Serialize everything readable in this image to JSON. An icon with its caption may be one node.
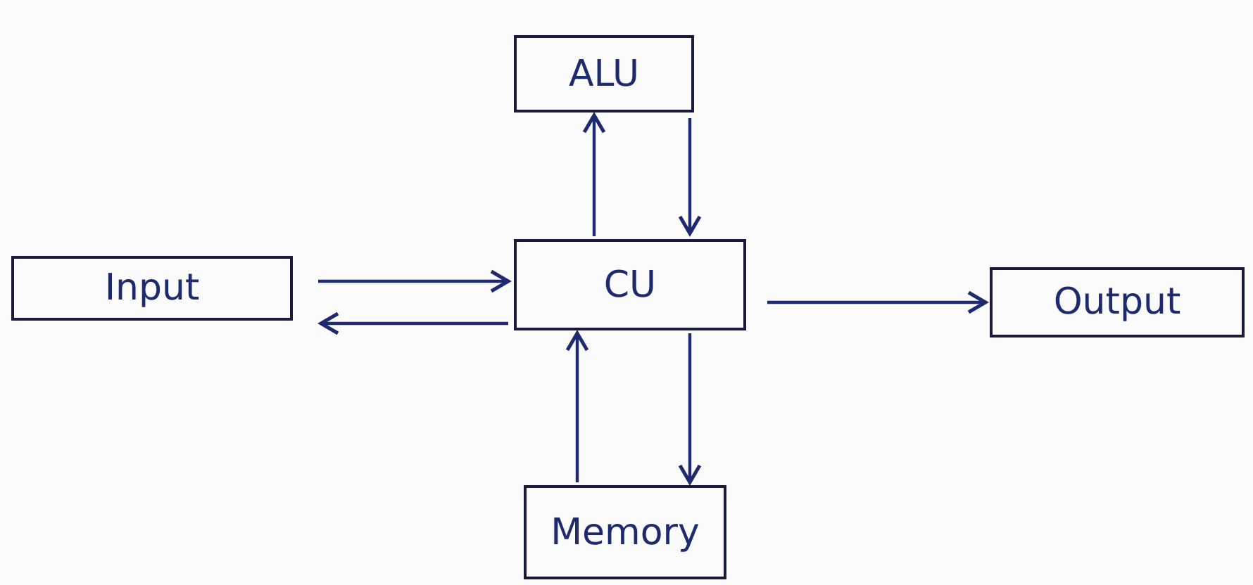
{
  "diagram": {
    "nodes": [
      {
        "text": [
          "ALU"
        ]
      },
      {
        "text": [
          "Input"
        ]
      },
      {
        "text": [
          "CU"
        ]
      },
      {
        "text": [
          "Output"
        ]
      },
      {
        "text": [
          "Memory"
        ]
      }
    ],
    "edges": [
      {
        "from": 1,
        "to": 2,
        "arrow": "to"
      },
      {
        "from": 2,
        "to": 1,
        "arrow": "to"
      },
      {
        "from": 2,
        "to": 0,
        "arrow": "to"
      },
      {
        "from": 0,
        "to": 2,
        "arrow": "to"
      },
      {
        "from": 2,
        "to": 3,
        "arrow": "to"
      },
      {
        "from": 4,
        "to": 2,
        "arrow": "to"
      },
      {
        "from": 2,
        "to": 4,
        "arrow": "to"
      }
    ]
  }
}
